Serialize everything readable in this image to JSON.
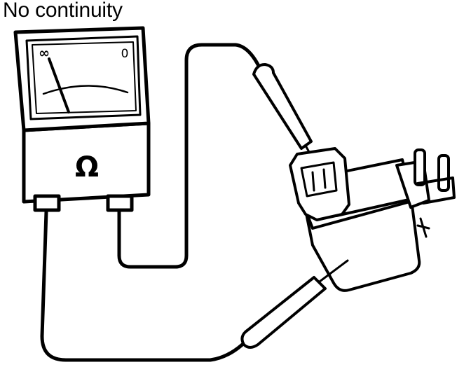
{
  "diagram": {
    "caption": "No continuity",
    "meter": {
      "scale_left_mark": "∞",
      "scale_right_mark": "0",
      "unit_symbol": "Ω"
    },
    "icons": {
      "meter": "ohmmeter-icon",
      "component": "vacuum-switching-valve-icon",
      "probe": "test-probe-icon"
    },
    "colors": {
      "ink": "#000000",
      "paper": "#ffffff"
    }
  }
}
